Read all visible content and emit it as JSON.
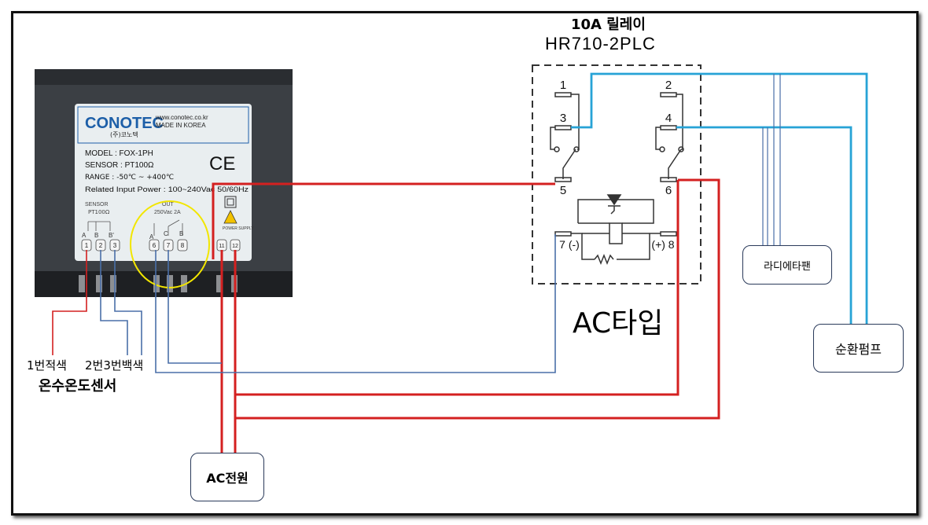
{
  "relay": {
    "title": "10A 릴레이",
    "model": "HR710-2PLC",
    "type_label": "AC타입",
    "pins": [
      "1",
      "2",
      "3",
      "4",
      "5",
      "6",
      "7 (-)",
      "(+) 8"
    ]
  },
  "controller": {
    "brand": "CONOTEC",
    "website": "www.conotec.co.kr",
    "made_in": "MADE IN KOREA",
    "company_ko": "(주)코노텍",
    "model_line": "MODEL : FOX-1PH",
    "sensor_line": "SENSOR : PT100Ω",
    "range_line": "RANGE : -50℃ ~ +400℃",
    "power_line": "Related Input Power : 100~240Vac 50/60Hz",
    "ce_mark": "CE",
    "sensor_block": "SENSOR",
    "sensor_type": "PT100Ω",
    "out_block": "OUT",
    "out_rating": "250Vac 2A",
    "power_supply": "POWER SUPPLY",
    "terminal_letters": [
      "A",
      "B",
      "B'",
      "A",
      "C",
      "B"
    ],
    "terminals": [
      "1",
      "2",
      "3",
      "6",
      "7",
      "8",
      "11",
      "12"
    ]
  },
  "labels": {
    "sensor_wire_1": "1번적색",
    "sensor_wire_23": "2번3번백색",
    "sensor_name": "온수온도센서",
    "ac_power": "AC전원",
    "radiator_fan": "라디에타팬",
    "pump": "순환펌프"
  },
  "colors": {
    "red_wire": "#d42020",
    "blue_wire": "#4a6fa8",
    "cyan_wire": "#27a3d6",
    "highlight_circle": "#f2e600"
  }
}
